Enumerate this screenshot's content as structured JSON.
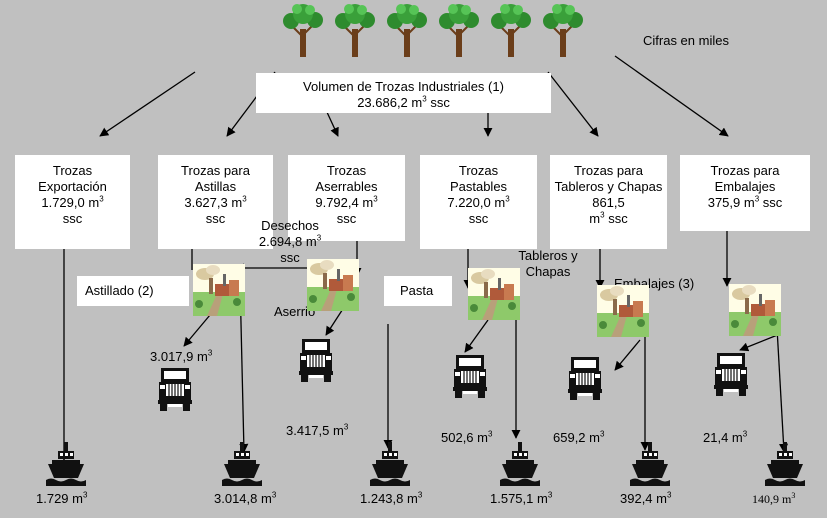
{
  "header": {
    "note": "Cifras en miles",
    "volume_title": "Volumen de Trozas Industriales  (1)",
    "volume_value": "23.686,2 m",
    "volume_unit": "ssc"
  },
  "categories": [
    {
      "title": "Trozas Exportación",
      "value": "1.729,0 m",
      "unit": "ssc"
    },
    {
      "title": "Trozas para Astillas",
      "value": "3.627,3 m",
      "unit": "ssc"
    },
    {
      "title": "Trozas Aserrables",
      "value": "9.792,4 m",
      "unit": "ssc"
    },
    {
      "title": "Trozas Pastables",
      "value": "7.220,0 m",
      "unit": "ssc"
    },
    {
      "title": "Trozas para Tableros y Chapas 861,5",
      "value": "m",
      "unit": "ssc"
    },
    {
      "title": "Trozas para Embalajes",
      "value": "375,9 m",
      "unit": "ssc"
    }
  ],
  "processes": {
    "astillado": "Astillado (2)",
    "aserrio": "Aserrio",
    "pasta": "Pasta",
    "tableros": "Tableros y Chapas",
    "embalajes": "Embalajes (3)",
    "desechos_title": "Desechos",
    "desechos_value": "2.694,8 m",
    "desechos_unit": "ssc"
  },
  "truck_values": [
    {
      "value": "3.017,9 m"
    },
    {
      "value": "3.417,5 m"
    },
    {
      "value": "502,6 m"
    },
    {
      "value": "659,2 m"
    },
    {
      "value": "21,4 m"
    }
  ],
  "export_values": [
    {
      "value": "1.729 m"
    },
    {
      "value": "3.014,8 m"
    },
    {
      "value": "1.243,8 m"
    },
    {
      "value": "1.575,1 m"
    },
    {
      "value": "392,4 m"
    },
    {
      "value": "140,9 m"
    }
  ],
  "unit_exponent": "3",
  "icons": {
    "tree": "tree-icon",
    "factory": "factory-icon",
    "truck": "truck-icon",
    "ship": "ship-icon"
  },
  "colors": {
    "background": "#c0c0c0",
    "box": "#ffffff",
    "tree_foliage": "#2e8b2e",
    "tree_trunk": "#6b3e1a"
  }
}
